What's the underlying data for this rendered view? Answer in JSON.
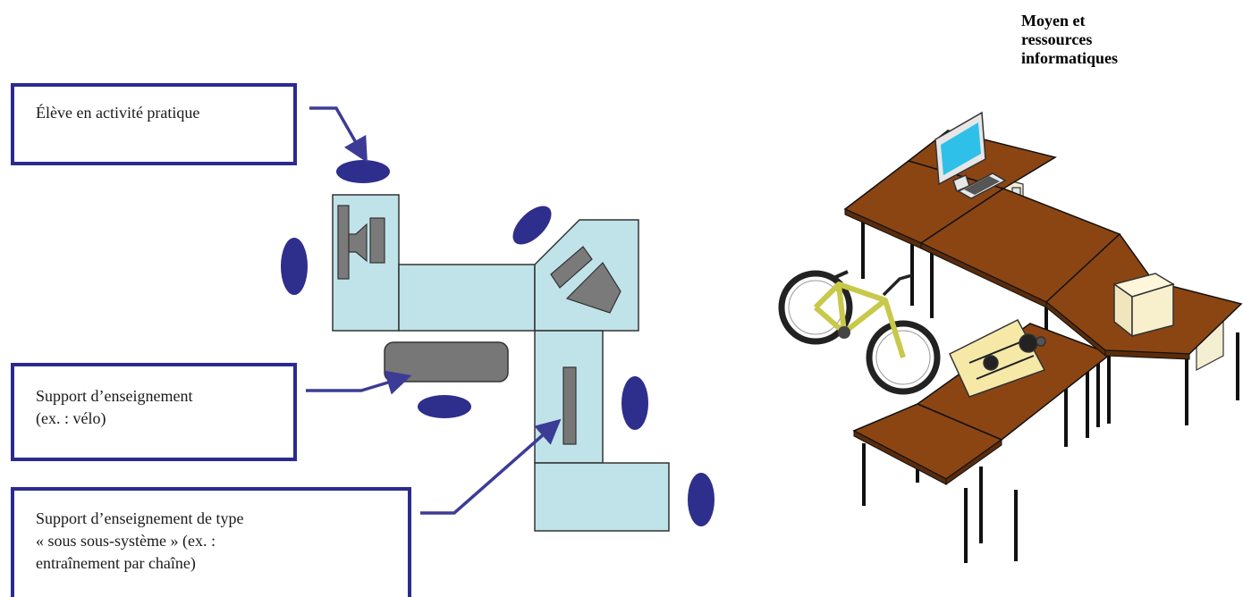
{
  "callouts": {
    "student": {
      "lines": [
        "Élève en activité pratique"
      ]
    },
    "support": {
      "lines": [
        "Support d’enseignement",
        "(ex. : vélo)"
      ]
    },
    "subsystem": {
      "lines": [
        "Support d’enseignement de type",
        "« sous sous-système » (ex. :",
        "entraînement par chaîne)"
      ]
    }
  },
  "it_resources": {
    "lines": [
      "Moyen et",
      "ressources",
      "informatiques"
    ]
  },
  "colors": {
    "callout_border": "#2b2b8f",
    "arrow": "#3c3c96",
    "student_marker": "#2e2e8c",
    "table_fill": "#bfe3e8",
    "equipment": "#7a7a7a",
    "desk_wood": "#8b4513",
    "monitor_screen": "#2ec0e8",
    "bike_frame": "#c8c84a"
  }
}
